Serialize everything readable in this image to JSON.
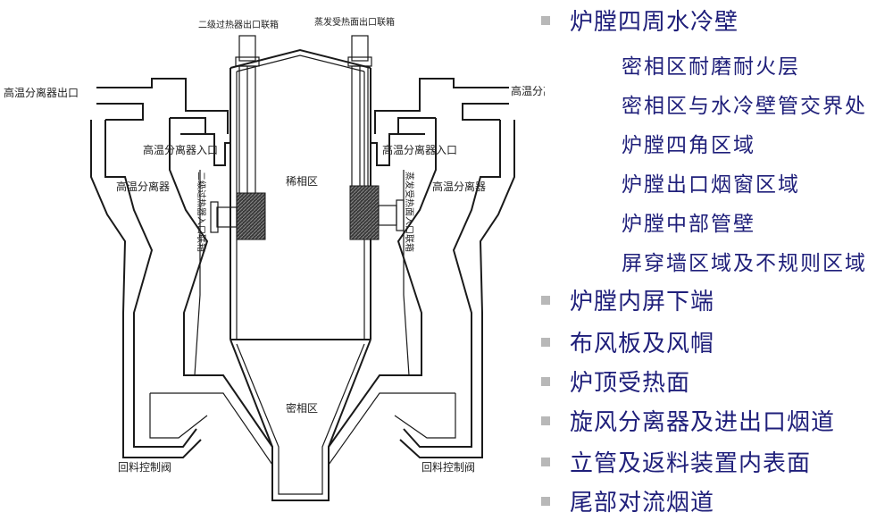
{
  "diagram": {
    "labels": {
      "sh_outlet_header": "二级过热器出口联箱",
      "evap_outlet_header": "蒸发受热面出口联箱",
      "hs_outlet_left": "高温分离器出口",
      "hs_outlet_right": "高温分离器出口",
      "hs_inlet_left": "高温分离器入口",
      "hs_inlet_right": "高温分离器入口",
      "separator_left": "高温分离器",
      "separator_right": "高温分离器",
      "dilute_zone": "稀相区",
      "dense_zone": "密相区",
      "sh_inlet_header": "二级过热器入口联箱",
      "evap_inlet_header": "蒸发受热面入口联箱",
      "loop_seal_left": "回料控制阀",
      "loop_seal_right": "回料控制阀"
    }
  },
  "bullets": {
    "item1": "炉膛四周水冷壁",
    "sub1": "密相区耐磨耐火层",
    "sub2": "密相区与水冷壁管交界处",
    "sub3": "炉膛四角区域",
    "sub4": "炉膛出口烟窗区域",
    "sub5": "炉膛中部管壁",
    "sub6": "屏穿墙区域及不规则区域",
    "item2": "炉膛内屏下端",
    "item3": "布风板及风帽",
    "item4": "炉顶受热面",
    "item5": "旋风分离器及进出口烟道",
    "item6": "立管及返料装置内表面",
    "item7": "尾部对流烟道"
  },
  "colors": {
    "text": "#1f1f7a",
    "bullet": "#b8b8b8",
    "lines": "#1a1a1a"
  }
}
